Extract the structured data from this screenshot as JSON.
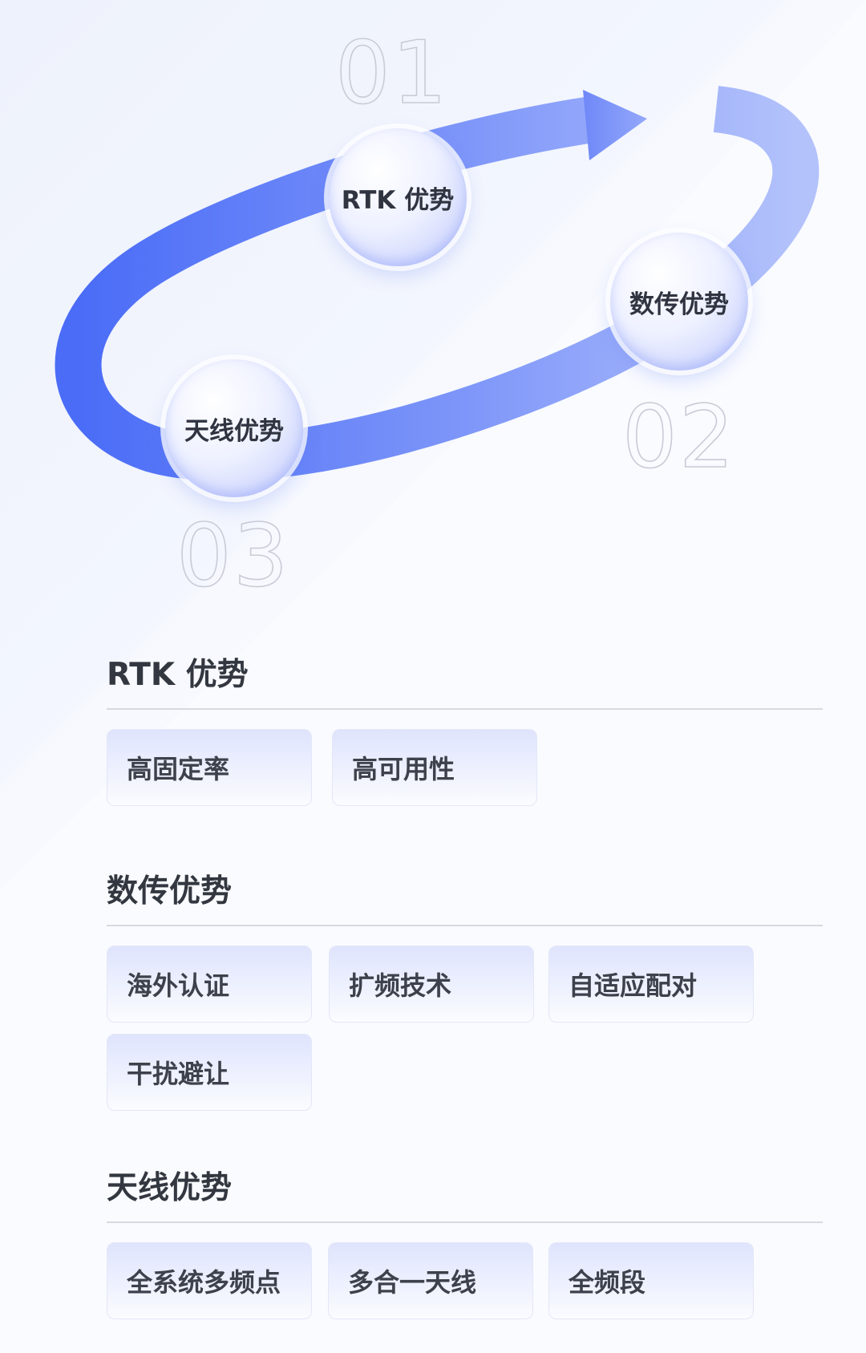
{
  "cycle": {
    "nodes": [
      {
        "label": "RTK 优势",
        "number": "01"
      },
      {
        "label": "数传优势",
        "number": "02"
      },
      {
        "label": "天线优势",
        "number": "03"
      }
    ]
  },
  "sections": [
    {
      "title": "RTK 优势",
      "tags": [
        "高固定率",
        "高可用性"
      ]
    },
    {
      "title": "数传优势",
      "tags": [
        "海外认证",
        "扩频技术",
        "自适应配对",
        "干扰避让"
      ]
    },
    {
      "title": "天线优势",
      "tags": [
        "全系统多频点",
        "多合一天线",
        "全频段"
      ]
    }
  ],
  "colors": {
    "ring_start": "#4f6ff8",
    "ring_end": "#b3c1fb",
    "title_text": "#33373f",
    "tag_text": "#3d414b"
  }
}
